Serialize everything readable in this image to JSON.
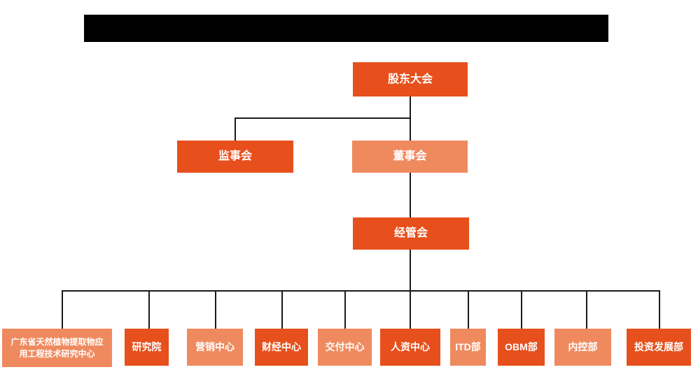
{
  "colors": {
    "primary": "#E7501C",
    "secondary": "#EF8A5F",
    "line": "#1A1A1A",
    "text": "#FFFFFF",
    "title_bar_bg": "#000000"
  },
  "title_bar": {
    "text": ""
  },
  "org": {
    "root": {
      "label": "股东大会",
      "variant": "primary"
    },
    "level2": [
      {
        "label": "监事会",
        "variant": "primary"
      },
      {
        "label": "董事会",
        "variant": "secondary"
      }
    ],
    "level3": {
      "label": "经管会",
      "variant": "primary"
    },
    "departments": [
      {
        "label": "广东省天然植物提取物应用工程技术研究中心",
        "variant": "secondary"
      },
      {
        "label": "研究院",
        "variant": "primary"
      },
      {
        "label": "营销中心",
        "variant": "secondary"
      },
      {
        "label": "财经中心",
        "variant": "primary"
      },
      {
        "label": "交付中心",
        "variant": "secondary"
      },
      {
        "label": "人资中心",
        "variant": "primary"
      },
      {
        "label": "ITD部",
        "variant": "secondary"
      },
      {
        "label": "OBM部",
        "variant": "primary"
      },
      {
        "label": "内控部",
        "variant": "secondary"
      },
      {
        "label": "投资发展部",
        "variant": "primary"
      }
    ]
  }
}
